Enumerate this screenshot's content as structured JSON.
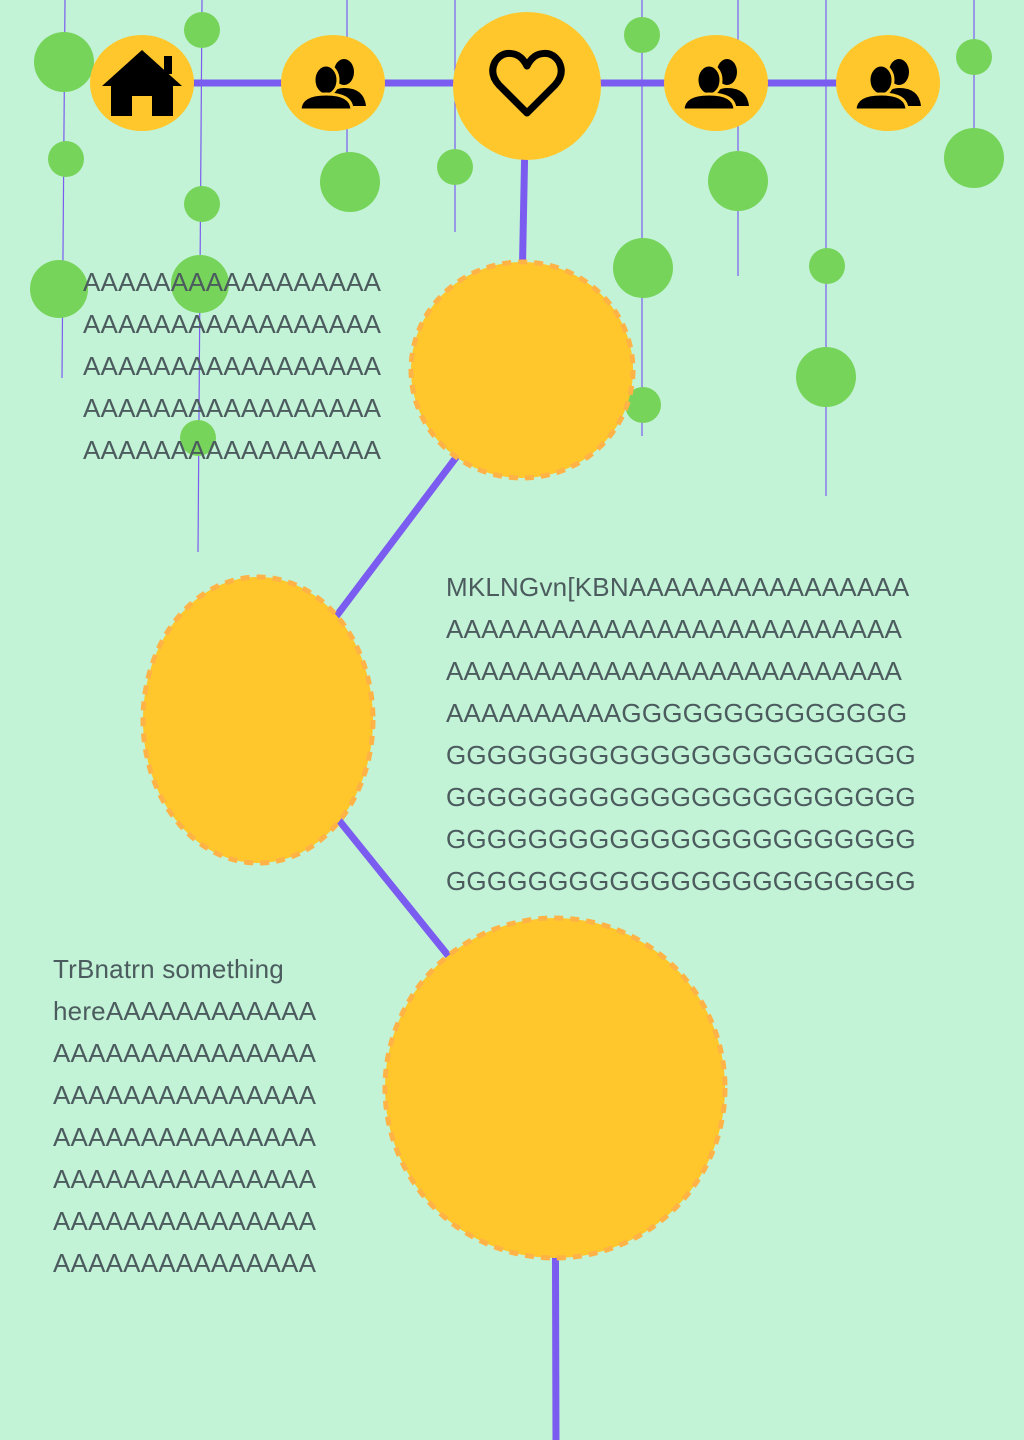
{
  "palette": {
    "background": "#c2f3d6",
    "node_fill": "#ffc72c",
    "node_dash": "#ffb347",
    "connector": "#7b5cf0",
    "bubble": "#77d45a",
    "string": "#7b5cf0",
    "icon": "#000000",
    "text": "#4b5b5e"
  },
  "nav": {
    "items": [
      {
        "icon": "home-icon"
      },
      {
        "icon": "users-icon"
      },
      {
        "icon": "heart-icon"
      },
      {
        "icon": "users-icon"
      },
      {
        "icon": "users-icon"
      }
    ]
  },
  "content": {
    "block1": "AAAAAAAAAAAAAAAAA\nAAAAAAAAAAAAAAAAA\nAAAAAAAAAAAAAAAAA\nAAAAAAAAAAAAAAAAA\nAAAAAAAAAAAAAAAAA",
    "block2": "MKLNGvn[KBNAAAAAAAAAAAAAAAA\nAAAAAAAAAAAAAAAAAAAAAAAAAA\nAAAAAAAAAAAAAAAAAAAAAAAAAA\nAAAAAAAAAAGGGGGGGGGGGGGG\nGGGGGGGGGGGGGGGGGGGGGGG\nGGGGGGGGGGGGGGGGGGGGGGG\nGGGGGGGGGGGGGGGGGGGGGGG\nGGGGGGGGGGGGGGGGGGGGGGG",
    "block3": "TrBnatrn something\nhereAAAAAAAAAAAA\nAAAAAAAAAAAAAAA\nAAAAAAAAAAAAAAA\nAAAAAAAAAAAAAAA\nAAAAAAAAAAAAAAA\nAAAAAAAAAAAAAAA\nAAAAAAAAAAAAAAA"
  }
}
